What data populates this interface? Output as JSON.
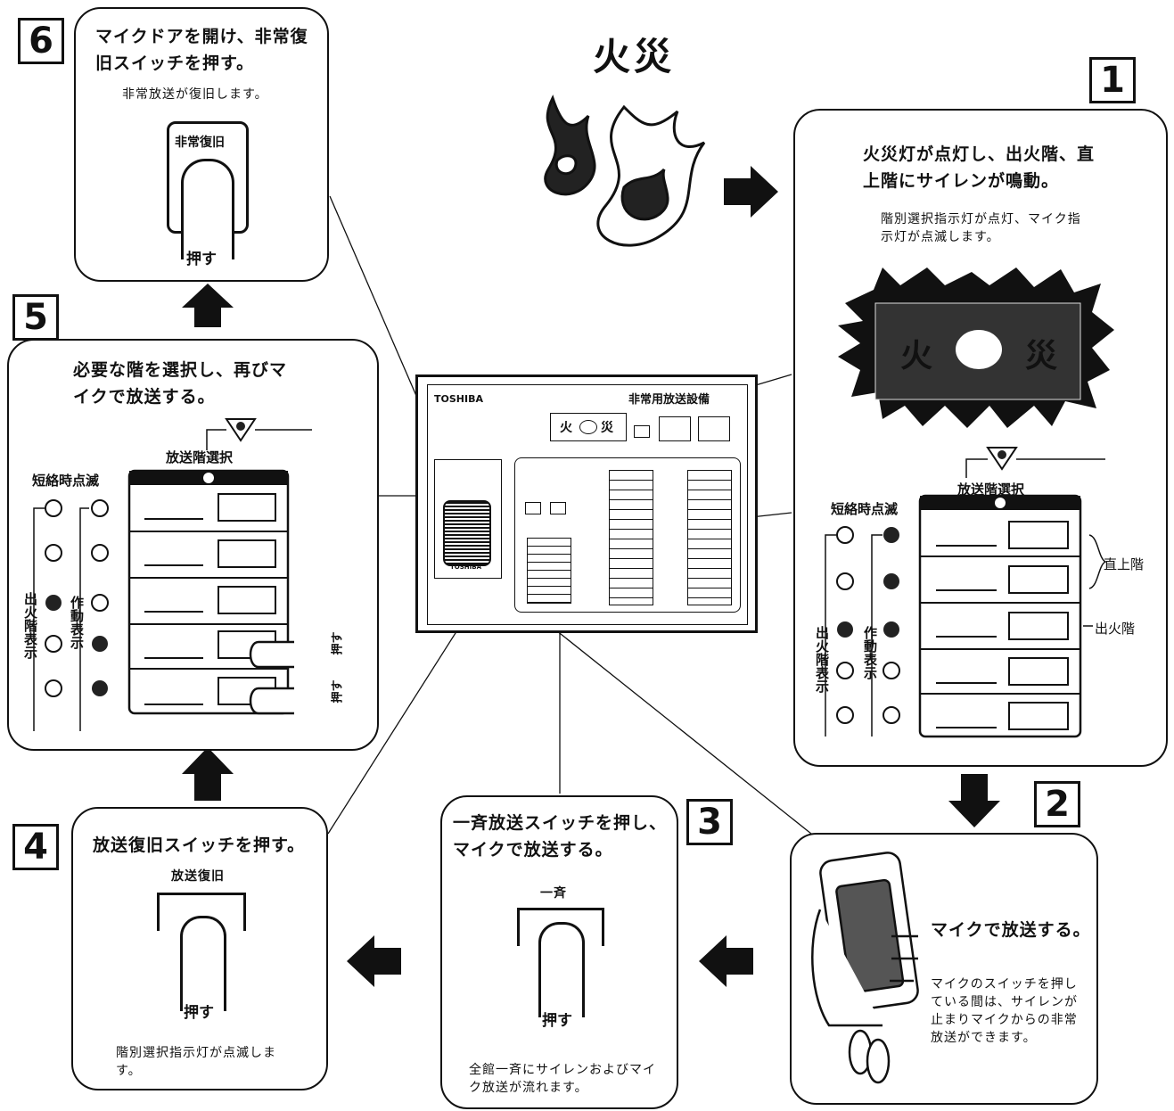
{
  "title": "火災",
  "steps": {
    "s1": {
      "num": "1",
      "heading": "火災灯が点灯し、出火階、直上階にサイレンが鳴動。",
      "note": "階別選択指示灯が点灯、マイク指示灯が点滅します。",
      "sign_left": "火",
      "sign_right": "災"
    },
    "s2": {
      "num": "2",
      "heading": "マイクで放送する。",
      "note": "マイクのスイッチを押している間は、サイレンが止まりマイクからの非常放送ができます。"
    },
    "s3": {
      "num": "3",
      "heading": "一斉放送スイッチを押し、マイクで放送する。",
      "switch_label": "一斉",
      "press": "押す",
      "note": "全館一斉にサイレンおよびマイク放送が流れます。"
    },
    "s4": {
      "num": "4",
      "heading": "放送復旧スイッチを押す。",
      "switch_label": "放送復旧",
      "press": "押す",
      "note": "階別選択指示灯が点滅します。"
    },
    "s5": {
      "num": "5",
      "heading": "必要な階を選択し、再びマイクで放送する。",
      "press": "押す"
    },
    "s6": {
      "num": "6",
      "heading": "マイクドアを開け、非常復旧スイッチを押す。",
      "note": "非常放送が復旧します。",
      "switch_label": "非常復旧",
      "press": "押す"
    }
  },
  "labels": {
    "floor_select": "放送階選択",
    "short_blink": "短絡時点滅",
    "fire_floor_display": "出火階表示",
    "operation_display": "作動表示",
    "upper_floor": "直上階",
    "fire_floor": "出火階"
  },
  "device": {
    "brand": "TOSHIBA",
    "name": "非常用放送設備",
    "fire_left": "火",
    "fire_right": "災",
    "mic_brand": "TOSHIBA"
  }
}
